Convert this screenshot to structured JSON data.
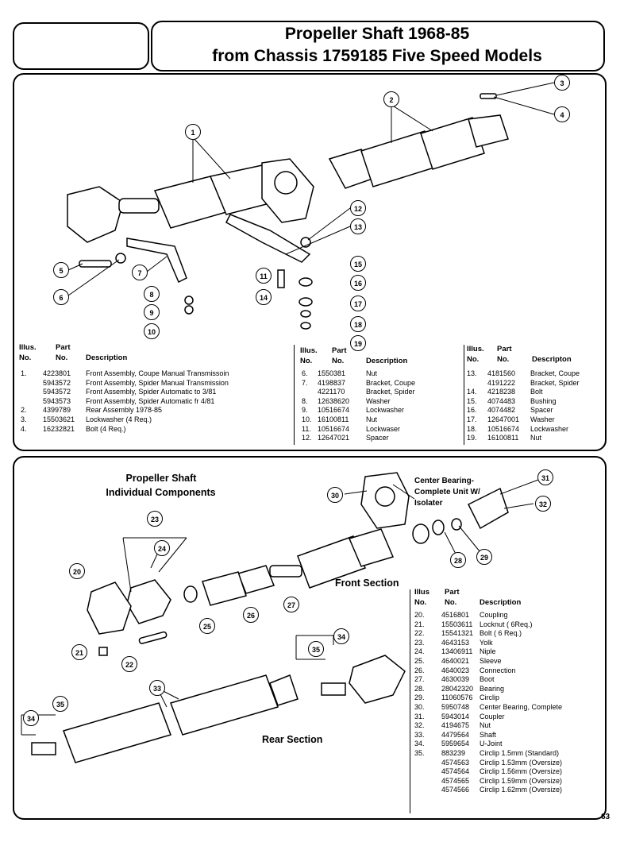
{
  "header": {
    "title_line1": "Propeller Shaft 1968-85",
    "title_line2": "from Chassis 1759185 Five Speed Models"
  },
  "top_section": {
    "callouts": [
      "1",
      "2",
      "3",
      "4",
      "5",
      "6",
      "7",
      "8",
      "9",
      "10",
      "11",
      "12",
      "13",
      "14",
      "15",
      "16",
      "17",
      "18",
      "19"
    ],
    "table_headers": {
      "illus": "Illus.",
      "no": "No.",
      "part": "Part",
      "part_no": "No.",
      "description": "Description",
      "description_alt": "Descripton"
    },
    "table1": [
      {
        "illus": "1.",
        "part": "4223801",
        "desc": "Front Assembly, Coupe Manual Transmissoin"
      },
      {
        "illus": "",
        "part": "5943572",
        "desc": "Front Assembly, Spider Manual Transmission"
      },
      {
        "illus": "",
        "part": "5943572",
        "desc": "Front Assembly, Spider Automatic to 3/81"
      },
      {
        "illus": "",
        "part": "5943573",
        "desc": "Front Assembly, Spider Automatic fr 4/81"
      },
      {
        "illus": "2.",
        "part": "4399789",
        "desc": "Rear Assembly 1978-85"
      },
      {
        "illus": "3.",
        "part": "15503621",
        "desc": "Lockwasher (4 Req.)"
      },
      {
        "illus": "4.",
        "part": "16232821",
        "desc": "Bolt (4 Req.)"
      }
    ],
    "table2": [
      {
        "illus": "6.",
        "part": "1550381",
        "desc": "Nut"
      },
      {
        "illus": "7.",
        "part": "4198837",
        "desc": "Bracket, Coupe"
      },
      {
        "illus": "",
        "part": "4221170",
        "desc": "Bracket, Spider"
      },
      {
        "illus": "8.",
        "part": "12638620",
        "desc": "Washer"
      },
      {
        "illus": "9.",
        "part": "10516674",
        "desc": "Lockwasher"
      },
      {
        "illus": "10.",
        "part": "16100811",
        "desc": "Nut"
      },
      {
        "illus": "11.",
        "part": "10516674",
        "desc": "Lockwaser"
      },
      {
        "illus": "12.",
        "part": "12647021",
        "desc": "Spacer"
      }
    ],
    "table3": [
      {
        "illus": "13.",
        "part": "4181560",
        "desc": "Bracket, Coupe"
      },
      {
        "illus": "",
        "part": "4191222",
        "desc": "Bracket, Spider"
      },
      {
        "illus": "14.",
        "part": "4218238",
        "desc": "Bolt"
      },
      {
        "illus": "15.",
        "part": "4074483",
        "desc": "Bushing"
      },
      {
        "illus": "16.",
        "part": "4074482",
        "desc": "Spacer"
      },
      {
        "illus": "17.",
        "part": "12647001",
        "desc": "Washer"
      },
      {
        "illus": "18.",
        "part": "10516674",
        "desc": "Lockwasher"
      },
      {
        "illus": "19.",
        "part": "16100811",
        "desc": "Nut"
      }
    ]
  },
  "bottom_section": {
    "heading_line1": "Propeller Shaft",
    "heading_line2": "Individual Components",
    "center_bearing_line1": "Center Bearing-",
    "center_bearing_line2": "Complete Unit W/",
    "center_bearing_line3": "Isolater",
    "front_section": "Front Section",
    "rear_section": "Rear Section",
    "callouts": [
      "20",
      "21",
      "22",
      "23",
      "24",
      "25",
      "26",
      "27",
      "28",
      "29",
      "30",
      "31",
      "32",
      "33",
      "34",
      "35",
      "34",
      "35"
    ],
    "table_headers": {
      "illus": "Illus",
      "no": "No.",
      "part": "Part",
      "part_no": "No.",
      "description": "Description"
    },
    "table": [
      {
        "illus": "20.",
        "part": "4516801",
        "desc": "Coupling"
      },
      {
        "illus": "21.",
        "part": "15503611",
        "desc": "Locknut ( 6Req.)"
      },
      {
        "illus": "22.",
        "part": "15541321",
        "desc": "Bolt ( 6 Req.)"
      },
      {
        "illus": "23.",
        "part": "4643153",
        "desc": "Yolk"
      },
      {
        "illus": "24.",
        "part": "13406911",
        "desc": "Niple"
      },
      {
        "illus": "25.",
        "part": "4640021",
        "desc": "Sleeve"
      },
      {
        "illus": "26.",
        "part": "4640023",
        "desc": "Connection"
      },
      {
        "illus": "27.",
        "part": "4630039",
        "desc": "Boot"
      },
      {
        "illus": "28.",
        "part": "28042320",
        "desc": "Bearing"
      },
      {
        "illus": "29.",
        "part": "11060576",
        "desc": "Circlip"
      },
      {
        "illus": "30.",
        "part": "5950748",
        "desc": "Center Bearing, Complete"
      },
      {
        "illus": "31.",
        "part": "5943014",
        "desc": "Coupler"
      },
      {
        "illus": "32.",
        "part": "4194675",
        "desc": "Nut"
      },
      {
        "illus": "33.",
        "part": "4479564",
        "desc": "Shaft"
      },
      {
        "illus": "34.",
        "part": "5959654",
        "desc": "U-Joint"
      },
      {
        "illus": "35.",
        "part": "883239",
        "desc": "Circlip 1.5mm (Standard)"
      },
      {
        "illus": "",
        "part": "4574563",
        "desc": "Circlip 1.53mm (Oversize)"
      },
      {
        "illus": "",
        "part": "4574564",
        "desc": "Circlip 1.56mm (Oversize)"
      },
      {
        "illus": "",
        "part": "4574565",
        "desc": "Circlip 1.59mm (Oversize)"
      },
      {
        "illus": "",
        "part": "4574566",
        "desc": "Circlip 1.62mm (Oversize)"
      }
    ]
  },
  "page_number": "63"
}
